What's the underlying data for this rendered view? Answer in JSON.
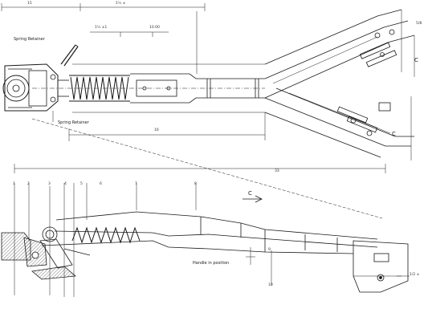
{
  "labels": {
    "spring_top": "Spring Retainer",
    "spring_bottom": "Spring Retainer",
    "handle_note": "Handle in position",
    "dim_top_a": "15",
    "dim_top_b": "1½ ±",
    "dim_top_c": "1½ ±1",
    "dim_top_d": "10.00",
    "dim_mid": "16",
    "dim_long": "33",
    "dim_right_top": "5/8",
    "dim_right_side": "C",
    "dim_right_low": "C",
    "dim_center": "C",
    "dim_right_bottom": "1/2 ±",
    "num_1": "1",
    "num_2": "2",
    "num_3": "3",
    "num_4": "4",
    "num_5": "5",
    "num_6": "6",
    "num_7": "7",
    "num_8": "8",
    "num_9": "9",
    "num_10": "10"
  }
}
